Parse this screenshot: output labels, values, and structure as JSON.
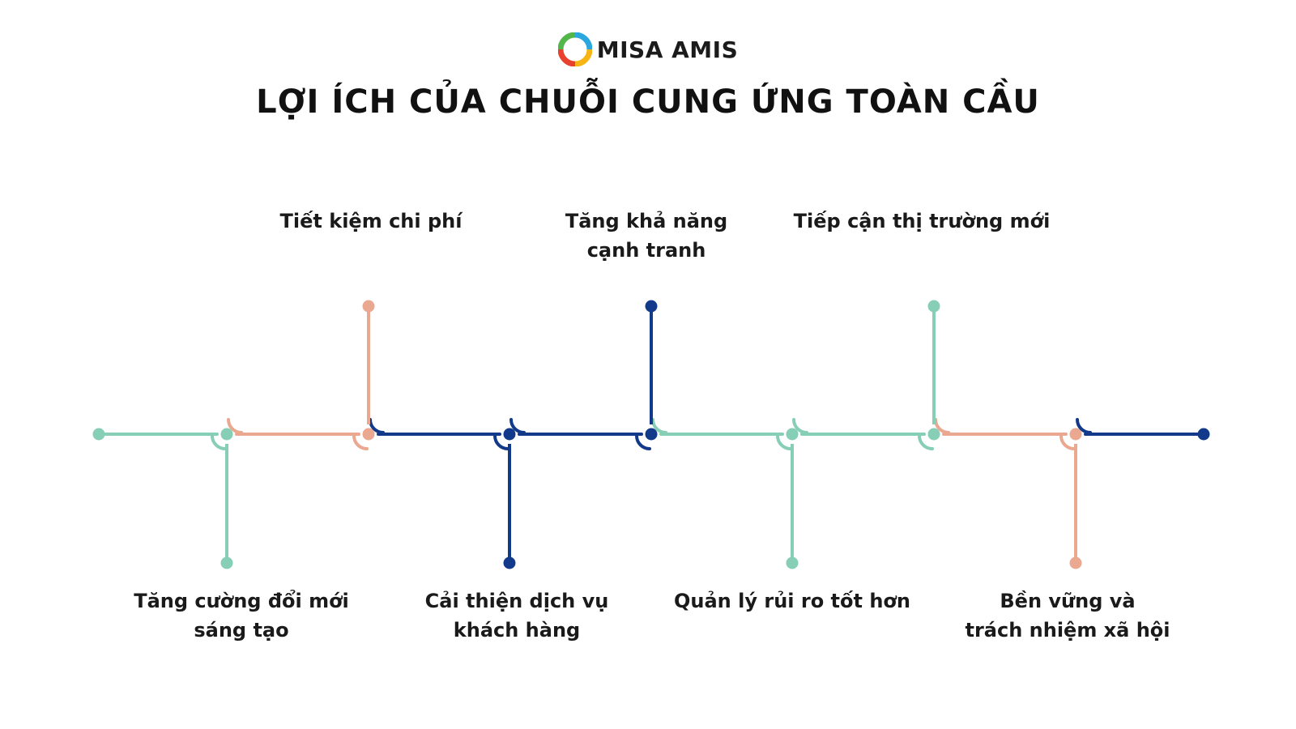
{
  "brand": {
    "name": "MISA AMIS",
    "logo_icon": "misa-amis-logo-icon"
  },
  "title": "LỢI ÍCH CỦA CHUỖI CUNG ỨNG TOÀN CẦU",
  "colors": {
    "teal": "#86cfb6",
    "salmon": "#eba891",
    "navy": "#133a8a"
  },
  "benefits": {
    "top": [
      {
        "label": "Tiết kiệm chi phí",
        "color": "salmon"
      },
      {
        "label": "Tăng khả năng\ncạnh tranh",
        "color": "navy"
      },
      {
        "label": "Tiếp cận thị trường mới",
        "color": "teal"
      }
    ],
    "bottom": [
      {
        "label": "Tăng cường đổi mới\nsáng tạo",
        "color": "teal"
      },
      {
        "label": "Cải thiện dịch vụ\nkhách hàng",
        "color": "navy"
      },
      {
        "label": "Quản lý rủi ro tốt hơn",
        "color": "teal"
      },
      {
        "label": "Bền vững và\ntrách nhiệm xã hội",
        "color": "salmon"
      }
    ]
  },
  "timeline_segments": [
    "teal",
    "salmon",
    "navy",
    "navy",
    "teal",
    "teal",
    "salmon",
    "navy"
  ]
}
